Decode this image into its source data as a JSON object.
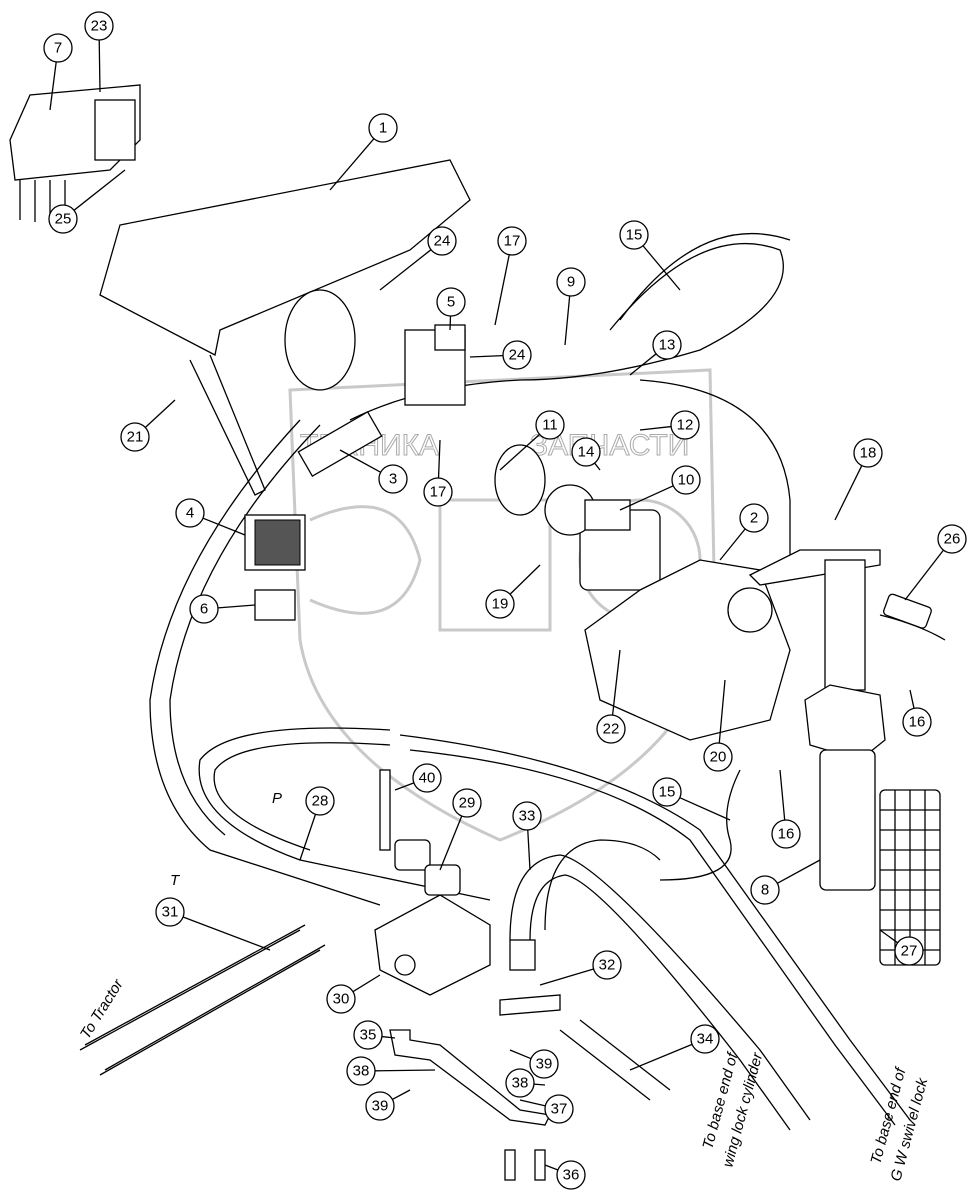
{
  "diagram": {
    "callouts": [
      "23",
      "7",
      "1",
      "25",
      "24",
      "17",
      "15",
      "9",
      "5",
      "13",
      "24",
      "11",
      "12",
      "14",
      "3",
      "17",
      "21",
      "10",
      "18",
      "4",
      "2",
      "26",
      "6",
      "19",
      "22",
      "20",
      "16",
      "40",
      "15",
      "29",
      "28",
      "33",
      "16",
      "8",
      "27",
      "31",
      "32",
      "30",
      "34",
      "35",
      "38",
      "39",
      "38",
      "39",
      "37",
      "36"
    ],
    "labels": {
      "p": "P",
      "t": "T",
      "to_tractor": "To Tractor",
      "wing_line1": "To base end of",
      "wing_line2": "wing lock cylinder",
      "swivel_line1": "To base end of",
      "swivel_line2": "G W swivel lock"
    },
    "watermark": {
      "left": "ТЕХНИКА",
      "right": "ЗАПЧАСТИ",
      "logo": "ЭПФ"
    }
  }
}
